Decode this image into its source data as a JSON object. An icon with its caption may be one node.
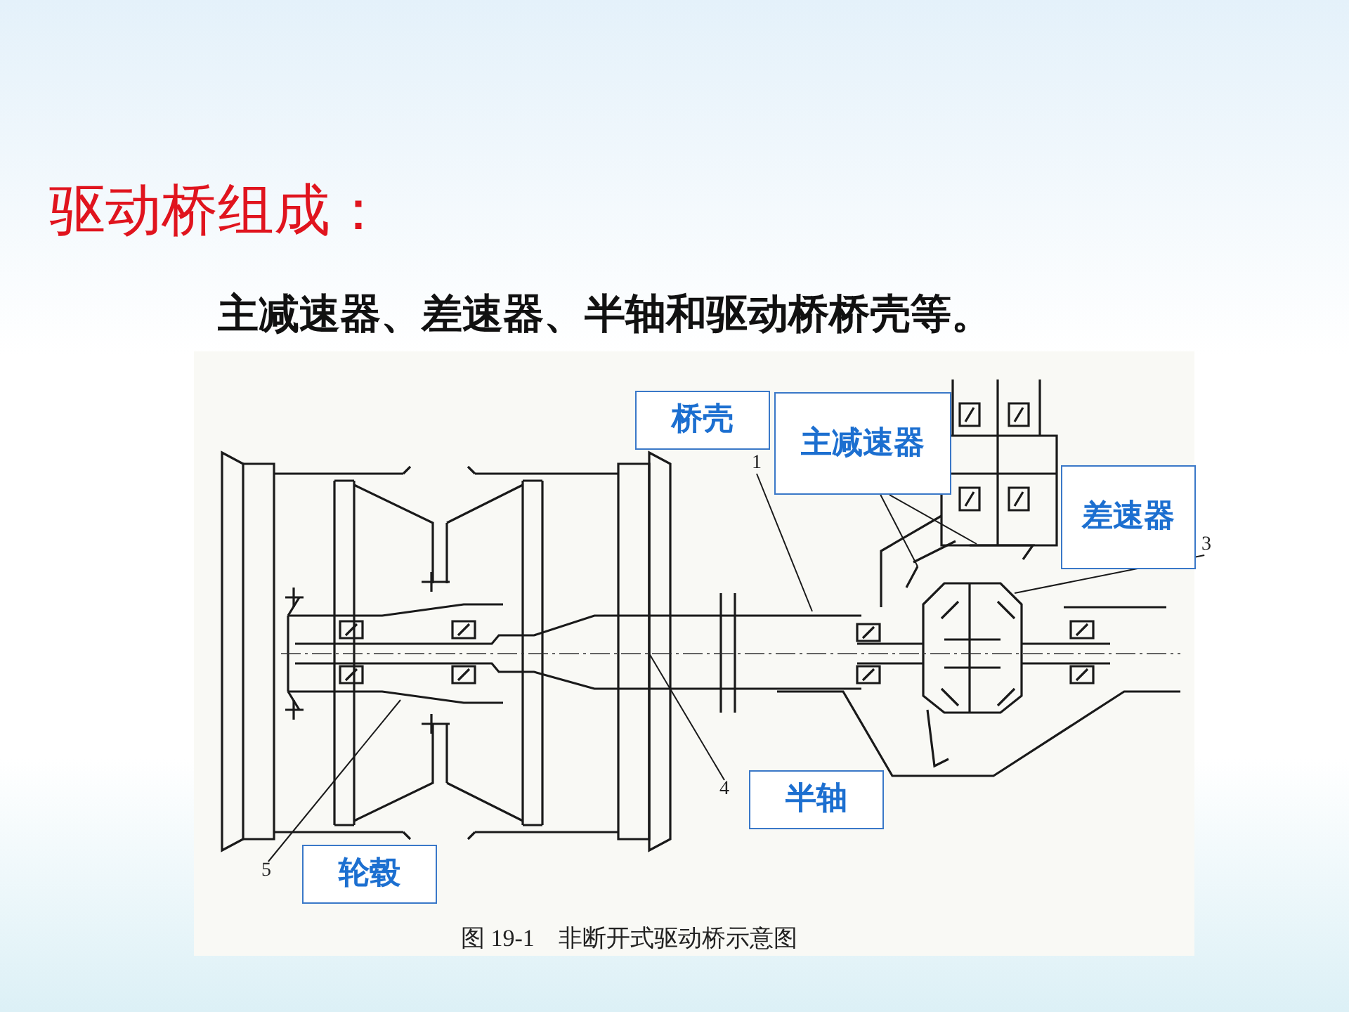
{
  "diagram": {
    "title": "驱动桥组成：",
    "caption": "图 19-1　非断开式驱动桥示意图",
    "nodes": [
      {
        "text": [
          "桥壳"
        ]
      },
      {
        "text": [
          "1"
        ]
      },
      {
        "text": [
          "主减速器"
        ]
      },
      {
        "text": [
          "差速器"
        ]
      },
      {
        "text": [
          "3"
        ]
      },
      {
        "text": [
          "半轴"
        ]
      },
      {
        "text": [
          "4"
        ]
      },
      {
        "text": [
          "轮毂"
        ]
      },
      {
        "text": [
          "5"
        ]
      }
    ],
    "edges": [
      {
        "from": 1,
        "to": null,
        "arrow": "none"
      },
      {
        "from": 2,
        "to": null,
        "arrow": "none"
      },
      {
        "from": 2,
        "to": null,
        "arrow": "none"
      },
      {
        "from": 4,
        "to": null,
        "arrow": "none"
      },
      {
        "from": 6,
        "to": null,
        "arrow": "none"
      },
      {
        "from": 8,
        "to": null,
        "arrow": "none"
      }
    ],
    "labels": [
      "主减速器、差速器、半轴和驱动桥桥壳等。"
    ]
  }
}
